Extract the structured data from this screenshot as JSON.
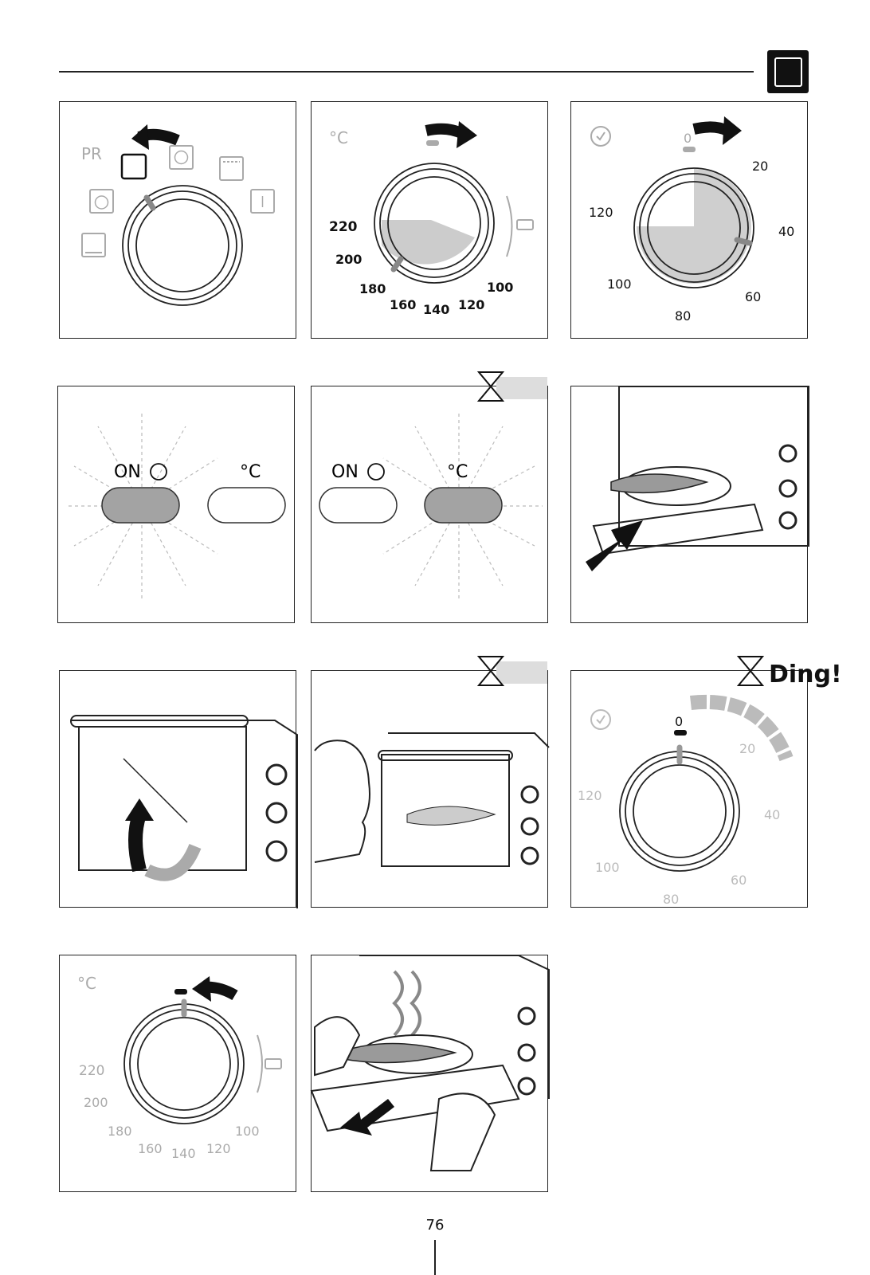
{
  "header": {
    "mode_icon": "conventional-oven-icon"
  },
  "panel1": {
    "label": "PR",
    "icons": [
      "conventional-oven-icon",
      "fan-icon",
      "top-heat-icon",
      "fan-grill-icon",
      "defrost-icon",
      "bottom-heat-icon"
    ]
  },
  "panel2": {
    "unit": "°C",
    "ticks": [
      "220",
      "200",
      "180",
      "160",
      "140",
      "120",
      "100"
    ],
    "keep_warm_icon": "pot-icon"
  },
  "panel3": {
    "ticks": [
      "0",
      "20",
      "40",
      "60",
      "80",
      "100",
      "120"
    ],
    "icon": "timer-clock-icon"
  },
  "panel4": {
    "on_label": "ON",
    "temp_label": "°C",
    "active": "on"
  },
  "panel5": {
    "on_label": "ON",
    "temp_label": "°C",
    "active": "temp",
    "icon": "hourglass-icon"
  },
  "panel6": {
    "icon": "fish-in-oven-illustration"
  },
  "panel7": {
    "icon": "close-door-illustration"
  },
  "panel8": {
    "icon": "hourglass-icon"
  },
  "panel9": {
    "exclaim": "Ding!",
    "ticks": [
      "0",
      "20",
      "40",
      "60",
      "80",
      "100",
      "120"
    ]
  },
  "panel10": {
    "unit": "°C",
    "ticks": [
      "220",
      "200",
      "180",
      "160",
      "140",
      "120",
      "100"
    ]
  },
  "panel11": {
    "icon": "remove-dish-illustration"
  },
  "footer": {
    "page_number": "76"
  }
}
